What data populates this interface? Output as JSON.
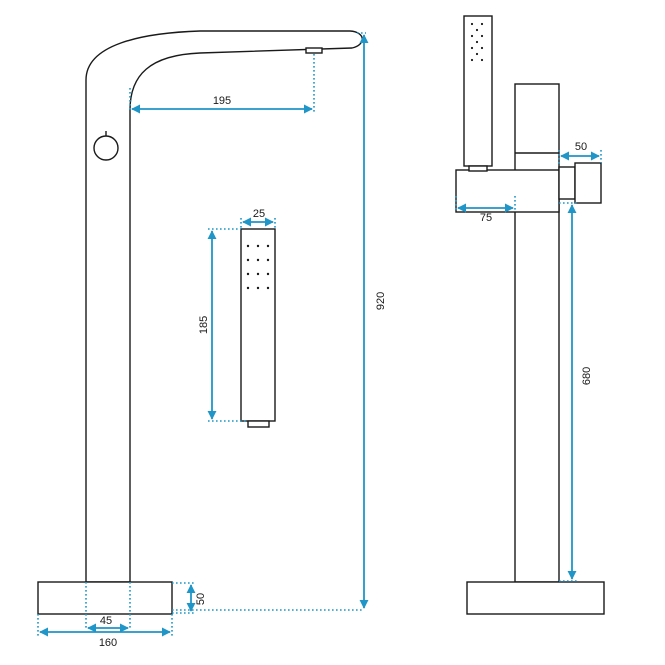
{
  "dimensions": {
    "spout_reach": "195",
    "total_height": "920",
    "handshower_width": "25",
    "handshower_length": "185",
    "base_height": "50",
    "column_width": "45",
    "base_width": "160",
    "holder_width": "50",
    "holder_offset": "75",
    "holder_height": "680"
  },
  "colors": {
    "outline": "#1a1a1a",
    "dimension": "#1f95c8"
  }
}
